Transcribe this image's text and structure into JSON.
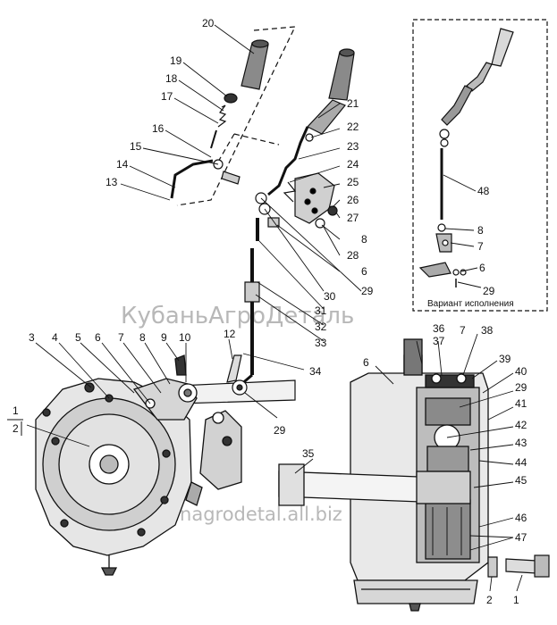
{
  "watermarks": {
    "top": "КубаньАгроДеталь",
    "bottom": "kubanagrodetal.all.biz"
  },
  "variant_caption": "Вариант исполнения",
  "fraction": {
    "numerator": "1",
    "denominator": "2"
  },
  "callouts": [
    "20",
    "19",
    "18",
    "17",
    "16",
    "15",
    "14",
    "13",
    "21",
    "22",
    "23",
    "24",
    "25",
    "26",
    "27",
    "8",
    "28",
    "6",
    "30",
    "29",
    "31",
    "32",
    "33",
    "34",
    "3",
    "4",
    "5",
    "6",
    "7",
    "8",
    "9",
    "10",
    "12",
    "29",
    "36",
    "37",
    "7",
    "38",
    "39",
    "40",
    "29",
    "41",
    "42",
    "43",
    "44",
    "45",
    "6",
    "35",
    "46",
    "47",
    "2",
    "1",
    "48",
    "8",
    "7",
    "6",
    "29"
  ]
}
